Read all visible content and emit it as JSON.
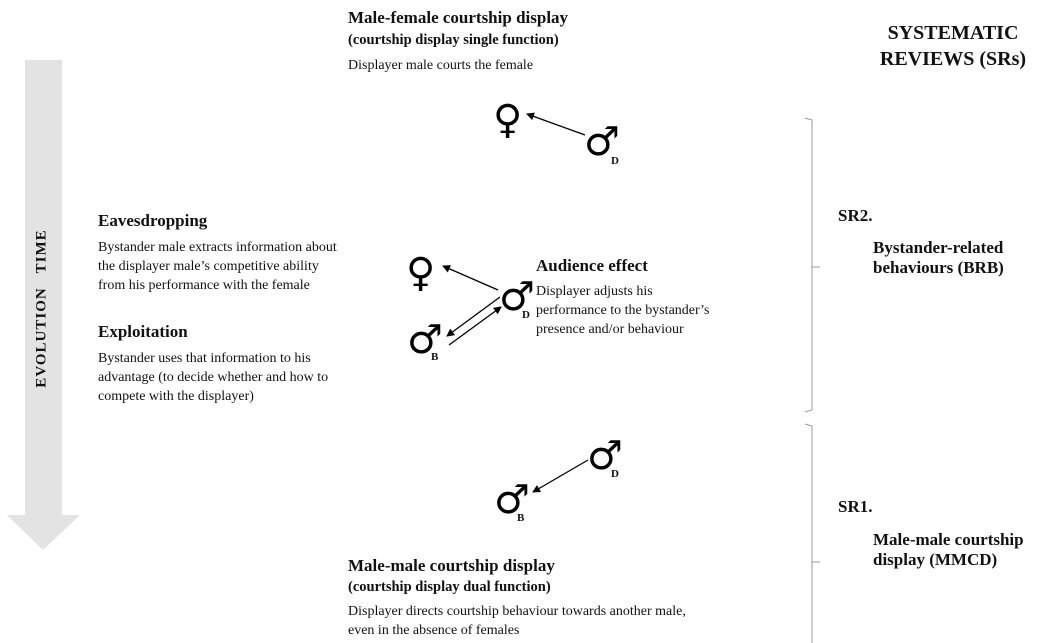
{
  "top": {
    "title": "Male-female courtship display",
    "subtitle": "(courtship display single function)",
    "desc": "Displayer male courts the female"
  },
  "sr_header": {
    "line1": "SYSTEMATIC",
    "line2": "REVIEWS (SRs)"
  },
  "time_axis": {
    "label": "EVOLUTION   TIME"
  },
  "eavesdropping": {
    "title": "Eavesdropping",
    "lines": [
      "Bystander male extracts information about",
      "the displayer male’s competitive ability",
      "from his performance with the female"
    ]
  },
  "exploitation": {
    "title": "Exploitation",
    "lines": [
      "Bystander uses that information to his",
      "advantage (to decide whether and how to",
      "compete with the displayer)"
    ]
  },
  "audience": {
    "title": "Audience effect",
    "lines": [
      "Displayer adjusts his",
      "performance to the bystander’s",
      "presence and/or behaviour"
    ]
  },
  "sr2": {
    "code": "SR2.",
    "line1": "Bystander-related",
    "line2": "behaviours (BRB)"
  },
  "sr1": {
    "code": "SR1.",
    "line1": "Male-male courtship",
    "line2": "display (MMCD)"
  },
  "bottom": {
    "title": "Male-male courtship display",
    "subtitle": "(courtship display dual function)",
    "lines": [
      "Displayer directs courtship behaviour towards another male,",
      "even in the absence of females"
    ]
  },
  "symbols": {
    "male": "♂",
    "female": "♀",
    "displayer_sub": "D",
    "bystander_sub": "B"
  },
  "colors": {
    "arrow_fill": "#e3e3e3",
    "bracket": "#999999"
  }
}
